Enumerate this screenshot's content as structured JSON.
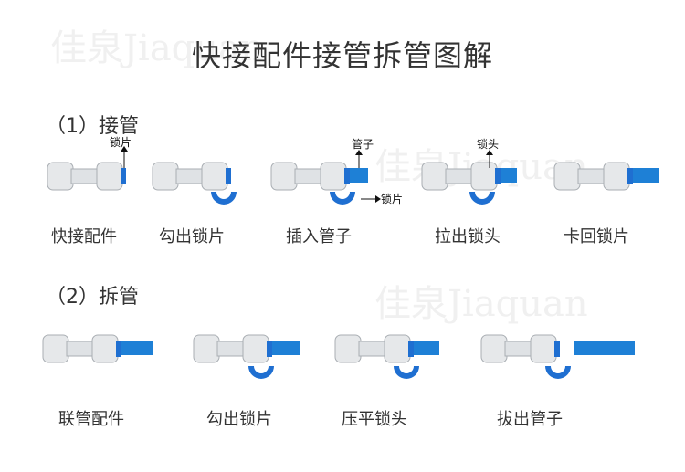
{
  "watermark": "佳泉Jiaquan",
  "title": "快接配件接管拆管图解",
  "sections": [
    {
      "label": "（1）接管",
      "steps": [
        "快接配件",
        "勾出锁片",
        "插入管子",
        "拉出锁头",
        "卡回锁片"
      ],
      "annotations": [
        "锁片",
        "管子",
        "锁片",
        "锁头"
      ]
    },
    {
      "label": "（2）拆管",
      "steps": [
        "联管配件",
        "勾出锁片",
        "压平锁头",
        "拔出管子"
      ]
    }
  ],
  "colors": {
    "fitting_body": "#e6e8ea",
    "fitting_outline": "#a9aeb3",
    "collet_blue": "#1f6fd1",
    "tube_blue": "#1e80d6",
    "clip_blue": "#1f6fd1"
  }
}
